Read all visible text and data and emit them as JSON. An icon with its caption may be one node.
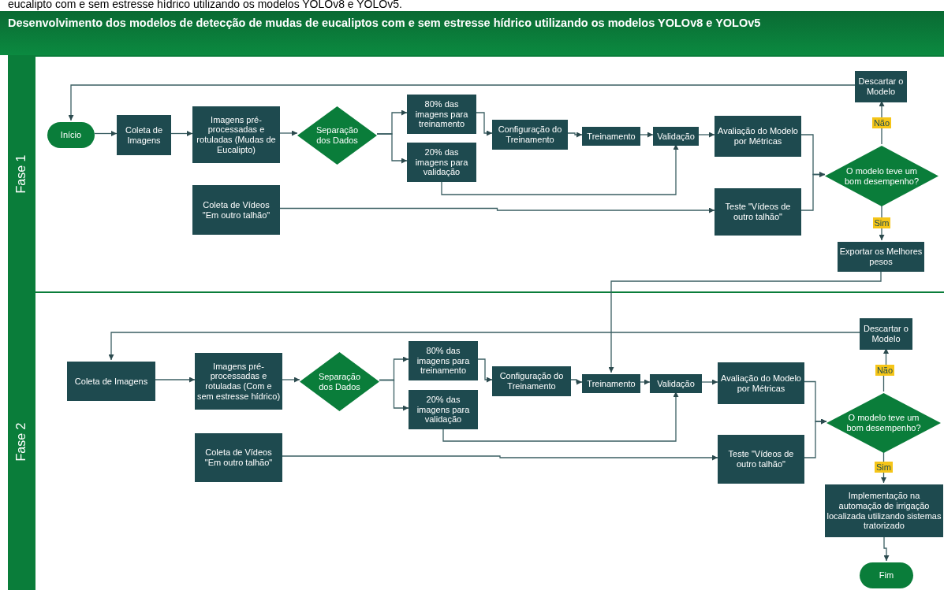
{
  "diagram": {
    "title": "Desenvolvimento dos modelos de detecção de mudas de eucaliptos com e sem estresse hídrico utilizando os modelos YOLOv8 e YOLOv5",
    "nodes": [
      {
        "text": [
          "Fase 1"
        ]
      },
      {
        "text": [
          "Início"
        ],
        "in": 0
      },
      {
        "text": [
          "Coleta de Imagens"
        ],
        "in": 0
      },
      {
        "text": [
          "Imagens pré-processadas e rotuladas (Mudas de Eucalipto)"
        ],
        "in": 0
      },
      {
        "text": [
          "Separação dos Dados"
        ],
        "in": 0
      },
      {
        "text": [
          "80% das imagens para treinamento"
        ],
        "in": 0
      },
      {
        "text": [
          "20% das imagens para validação"
        ],
        "in": 0
      },
      {
        "text": [
          "Configuração do Treinamento"
        ],
        "in": 0
      },
      {
        "text": [
          "Treinamento"
        ],
        "in": 0
      },
      {
        "text": [
          "Validação"
        ],
        "in": 0
      },
      {
        "text": [
          "Avaliação do Modelo por Métricas"
        ],
        "in": 0
      },
      {
        "text": [
          "O modelo teve um bom desempenho?"
        ],
        "in": 0
      },
      {
        "text": [
          "Descartar o Modelo"
        ],
        "in": 0
      },
      {
        "text": [
          "Exportar os Melhores pesos"
        ],
        "in": 0
      },
      {
        "text": [
          "Coleta de Vídeos \"Em outro talhão\""
        ],
        "in": 0
      },
      {
        "text": [
          "Teste \"Vídeos de outro talhão\""
        ],
        "in": 0
      },
      {
        "text": [
          "Fase 2"
        ]
      },
      {
        "text": [
          "Coleta de Imagens"
        ],
        "in": 16
      },
      {
        "text": [
          "Imagens pré-processadas e rotuladas (Com e sem estresse hídrico)"
        ],
        "in": 16
      },
      {
        "text": [
          "Separação dos Dados"
        ],
        "in": 16
      },
      {
        "text": [
          "80% das imagens para treinamento"
        ],
        "in": 16
      },
      {
        "text": [
          "20% das imagens para validação"
        ],
        "in": 16
      },
      {
        "text": [
          "Configuração do Treinamento"
        ],
        "in": 16
      },
      {
        "text": [
          "Treinamento"
        ],
        "in": 16
      },
      {
        "text": [
          "Validação"
        ],
        "in": 16
      },
      {
        "text": [
          "Avaliação do Modelo por Métricas"
        ],
        "in": 16
      },
      {
        "text": [
          "O modelo teve um bom desempenho?"
        ],
        "in": 16
      },
      {
        "text": [
          "Descartar o Modelo"
        ],
        "in": 16
      },
      {
        "text": [
          "Implementação na automação de irrigação localizada utilizando sistemas tratorizado"
        ],
        "in": 16
      },
      {
        "text": [
          "Fim"
        ],
        "in": 16
      },
      {
        "text": [
          "Coleta de Vídeos \"Em outro talhão\""
        ],
        "in": 16
      },
      {
        "text": [
          "Teste \"Vídeos de outro talhão\""
        ],
        "in": 16
      }
    ],
    "edges": [
      {
        "from": 1,
        "to": 2,
        "arrow": "to"
      },
      {
        "from": 2,
        "to": 3,
        "arrow": "to"
      },
      {
        "from": 3,
        "to": 4,
        "arrow": "to"
      },
      {
        "from": 4,
        "to": 5,
        "arrow": "to"
      },
      {
        "from": 4,
        "to": 6,
        "arrow": "to"
      },
      {
        "from": 5,
        "to": 7,
        "arrow": "to"
      },
      {
        "from": 7,
        "to": 8,
        "arrow": "to"
      },
      {
        "from": 8,
        "to": 9,
        "arrow": "to"
      },
      {
        "from": 6,
        "to": 9,
        "arrow": "to"
      },
      {
        "from": 9,
        "to": 10,
        "arrow": "to"
      },
      {
        "from": 10,
        "to": 11,
        "arrow": "to"
      },
      {
        "from": 15,
        "to": 11,
        "arrow": "to"
      },
      {
        "from": 11,
        "to": 12,
        "arrow": "to",
        "label": "Não"
      },
      {
        "from": 11,
        "to": 13,
        "arrow": "to",
        "label": "Sim"
      },
      {
        "from": 12,
        "to": 1,
        "arrow": "to"
      },
      {
        "from": 14,
        "to": 15,
        "arrow": "to"
      },
      {
        "from": 13,
        "to": 23,
        "arrow": "to"
      },
      {
        "from": 17,
        "to": 18,
        "arrow": "to"
      },
      {
        "from": 18,
        "to": 19,
        "arrow": "to"
      },
      {
        "from": 19,
        "to": 20,
        "arrow": "to"
      },
      {
        "from": 19,
        "to": 21,
        "arrow": "to"
      },
      {
        "from": 20,
        "to": 22,
        "arrow": "to"
      },
      {
        "from": 22,
        "to": 23,
        "arrow": "to"
      },
      {
        "from": 23,
        "to": 24,
        "arrow": "to"
      },
      {
        "from": 21,
        "to": 24,
        "arrow": "to"
      },
      {
        "from": 24,
        "to": 25,
        "arrow": "to"
      },
      {
        "from": 25,
        "to": 26,
        "arrow": "to"
      },
      {
        "from": 31,
        "to": 26,
        "arrow": "to"
      },
      {
        "from": 26,
        "to": 27,
        "arrow": "to",
        "label": "Não"
      },
      {
        "from": 26,
        "to": 28,
        "arrow": "to",
        "label": "Sim"
      },
      {
        "from": 27,
        "to": 17,
        "arrow": "to"
      },
      {
        "from": 30,
        "to": 31,
        "arrow": "to"
      },
      {
        "from": 28,
        "to": 29,
        "arrow": "to"
      }
    ],
    "labels": [
      "eucalipto com e sem estresse hídrico utilizando os modelos YOLOv8 e YOLOv5."
    ]
  }
}
